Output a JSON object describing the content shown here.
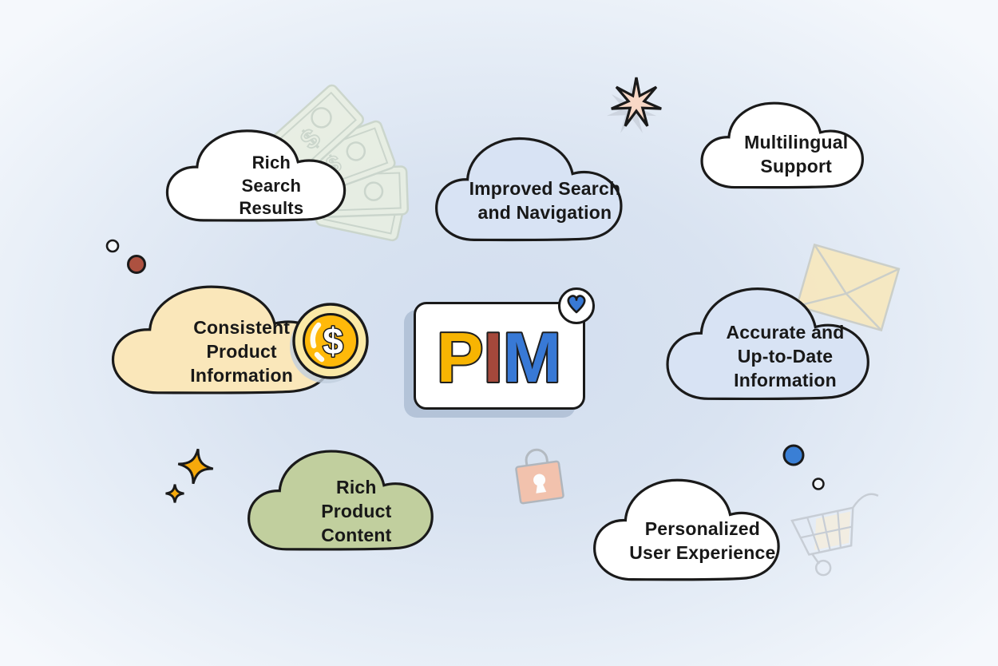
{
  "illustration": {
    "subject": "PIM",
    "center_label": "PIM"
  },
  "center": {
    "letters": [
      {
        "char": "P",
        "color": "#F7B402"
      },
      {
        "char": "I",
        "color": "#A5483B"
      },
      {
        "char": "M",
        "color": "#3879D6"
      }
    ],
    "badge": {
      "icon": "heart-icon",
      "color": "#3879D6"
    }
  },
  "clouds": [
    {
      "id": "rich-search-results",
      "label": "Rich\nSearch\nResults",
      "fill": "#FFFFFF"
    },
    {
      "id": "improved-search-and-navigation",
      "label": "Improved Search\nand Navigation",
      "fill": "#D8E3F4"
    },
    {
      "id": "multilingual-support",
      "label": "Multilingual\nSupport",
      "fill": "#FFFFFF"
    },
    {
      "id": "consistent-product-information",
      "label": "Consistent\nProduct\nInformation",
      "fill": "#FAE7BA"
    },
    {
      "id": "accurate-and-up-to-date-information",
      "label": "Accurate and\nUp-to-Date\nInformation",
      "fill": "#D8E3F4"
    },
    {
      "id": "rich-product-content",
      "label": "Rich\nProduct\nContent",
      "fill": "#C1CF9E"
    },
    {
      "id": "personalized-user-experience",
      "label": "Personalized\nUser Experience",
      "fill": "#FFFFFF"
    }
  ],
  "decorations": {
    "money": {
      "fill": "#EAF0E0",
      "stroke": "#C7D2C3",
      "symbol": "$"
    },
    "starburst": {
      "fill": "#F8D8C6",
      "shadow": "#C9D0DA"
    },
    "coin": {
      "outer": "#FBE9A6",
      "inner": "#FFB90A",
      "symbol": "$"
    },
    "envelope": {
      "fill": "#F8E8BD",
      "stroke": "#C9CCC5"
    },
    "padlock": {
      "fill": "#F4C1AA",
      "stroke": "#AEB4BB"
    },
    "cart": {
      "stroke": "#C6CCD4",
      "fill": "#F7EDDA"
    },
    "sparkle_large": {
      "fill": "#F6A90B"
    },
    "sparkle_small": {
      "fill": "#F6A90B"
    },
    "dot_dark_red": {
      "color": "#AD5140"
    },
    "dot_blue": {
      "color": "#3A7FD5"
    },
    "ring_small": {
      "color": "#F3F7FB"
    }
  },
  "background": {
    "center": "#d2deef",
    "edge": "#f5f8fc"
  }
}
